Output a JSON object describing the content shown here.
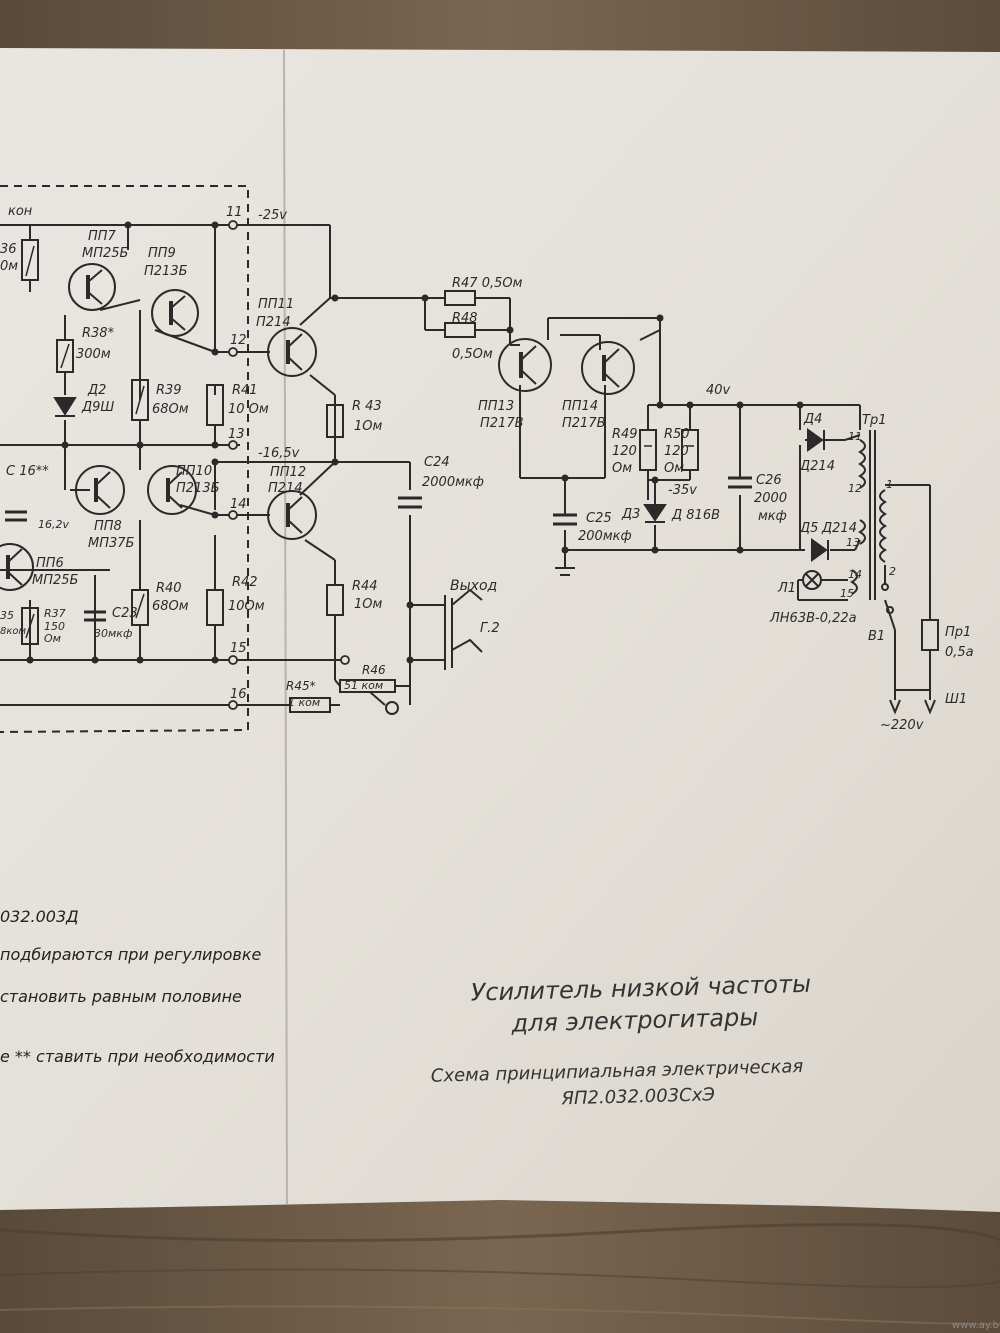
{
  "colors": {
    "paper": "#e6e2dc",
    "ink": "#2a2a2a",
    "table": "#6d5b48"
  },
  "schematic": {
    "nets": {
      "n11": "11",
      "v_neg25": "-25v",
      "n12": "12",
      "n13": "13",
      "v_neg16": "-16,5v",
      "n14": "14",
      "n15": "15",
      "n16": "16",
      "v_40": "40v",
      "v_neg35": "-35v"
    },
    "left_edge": {
      "r36a": "36",
      "r36b": "0м",
      "c16": "С 16**",
      "v16": "16,2v",
      "r35": "35",
      "r35b": "8ком",
      "kon": "кон"
    },
    "transistors": {
      "pp7": [
        "ПП7",
        "МП25Б"
      ],
      "pp9": [
        "ПП9",
        "П213Б"
      ],
      "pp11": [
        "ПП11",
        "П214"
      ],
      "pp8": [
        "ПП8",
        "МП37Б"
      ],
      "pp10": [
        "ПП10",
        "П213Б"
      ],
      "pp12": [
        "ПП12",
        "П214"
      ],
      "pp6": [
        "ПП6",
        "МП25Б"
      ],
      "pp13": [
        "ПП13",
        "П217В"
      ],
      "pp14": [
        "ПП14",
        "П217В"
      ]
    },
    "resistors": {
      "r38": [
        "R38*",
        "300м"
      ],
      "r39": [
        "R39",
        "68Ом"
      ],
      "r41": [
        "R41",
        "10 Ом"
      ],
      "r43": [
        "R 43",
        "1Ом"
      ],
      "r40": [
        "R40",
        "68Ом"
      ],
      "r42": [
        "R42",
        "10Ом"
      ],
      "r44": [
        "R44",
        "1Ом"
      ],
      "r37": [
        "R37",
        "150",
        "Ом"
      ],
      "r45": [
        "R45*",
        "1 ком"
      ],
      "r46": [
        "R46",
        "51 ком"
      ],
      "r47": "R47 0,5Ом",
      "r48": [
        "R48",
        "0,5Ом"
      ],
      "r49": [
        "R49",
        "120",
        "Ом"
      ],
      "r50": [
        "R50",
        "120",
        "Ом"
      ]
    },
    "diodes": {
      "d2": [
        "Д2",
        "Д9Ш"
      ],
      "d3": [
        "Д3",
        "Д 816В"
      ],
      "d4": [
        "Д4",
        "Д214"
      ],
      "d5": [
        "Д5",
        "Д214"
      ]
    },
    "capacitors": {
      "c23": [
        "С23",
        "30мкф"
      ],
      "c24": [
        "С24",
        "2000мкф"
      ],
      "c25": [
        "С25",
        "200мкф"
      ],
      "c26": [
        "С26",
        "2000",
        "мкф"
      ]
    },
    "output": {
      "label": "Выход",
      "jack": "Г.2"
    },
    "transformer": {
      "tr1": "Тр1",
      "t11": "11",
      "t12": "12",
      "t13": "13",
      "t14": "14",
      "t15": "15",
      "p1": "1",
      "p2": "2"
    },
    "lamp": {
      "l1": "Л1",
      "type": "ЛН63В-0,22а"
    },
    "switch_b1": "В1",
    "fuse": [
      "Пр1",
      "0,5а"
    ],
    "plug": "Ш1",
    "mains": "~220v"
  },
  "notes": {
    "n1": "032.003Д",
    "n2": "подбираются при регулировке",
    "n3": "становить равным половине",
    "n4": "е ** ставить при необходимости"
  },
  "title_block": {
    "line1": "Усилитель низкой частоты",
    "line2": "для электрогитары",
    "line3": "Схема принципиальная электрическая",
    "line4": "ЯП2.032.003СхЭ"
  },
  "watermark": "www.ay.by"
}
